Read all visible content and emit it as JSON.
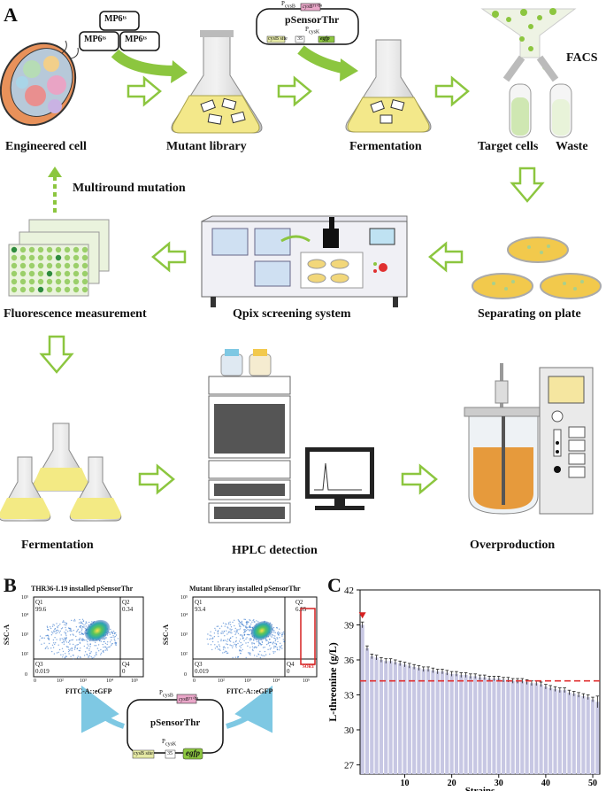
{
  "panels": {
    "a": "A",
    "b": "B",
    "c": "C"
  },
  "labels": {
    "engineered_cell": "Engineered cell",
    "mutant_library": "Mutant library",
    "fermentation_top": "Fermentation",
    "target_cells": "Target cells",
    "waste": "Waste",
    "facs": "FACS",
    "multiround_mutation": "Multiround mutation",
    "fluorescence_measurement": "Fluorescence measurement",
    "qpix_system": "Qpix screening system",
    "separating_on_plate": "Separating on plate",
    "fermentation_bottom": "Fermentation",
    "hplc_detection": "HPLC detection",
    "overproduction": "Overproduction"
  },
  "mp6": {
    "top": "MP6ᵗˢ",
    "left": "MP6ᵗˢ",
    "right": "MP6ᵗˢ"
  },
  "plasmid_top": {
    "name": "pSensorThr",
    "promoter1": "P",
    "promoter1_sub": "cysB",
    "gene1": "cysBᵀ¹⁰²ᴬ",
    "promoter2": "P",
    "promoter2_sub": "cysK",
    "site": "cysB site",
    "rbs": "35",
    "gene2": "egfp"
  },
  "plasmid_bottom": {
    "name": "pSensorThr",
    "promoter1": "P",
    "promoter1_sub": "cysB",
    "gene1": "cysBᵀ¹⁰²ᴬ",
    "promoter2": "P",
    "promoter2_sub": "cysK",
    "site": "cysB site",
    "rbs": "35",
    "gene2": "egfp"
  },
  "flow_left": {
    "title": "THR36-L19 installed pSensorThr",
    "q1": "Q1",
    "q1v": "99.6",
    "q2": "Q2",
    "q2v": "0.34",
    "q3": "Q3",
    "q3v": "0.019",
    "q4": "Q4",
    "q4v": "0",
    "ylabel": "SSC-A",
    "xlabel": "FITC-A::eGFP"
  },
  "flow_right": {
    "title": "Mutant library installed pSensorThr",
    "q1": "Q1",
    "q1v": "93.4",
    "q2": "Q2",
    "q2v": "6.55",
    "q3": "Q3",
    "q3v": "0.019",
    "q4": "Q4",
    "q4v": "0",
    "ylabel": "SSC-A",
    "xlabel": "FITC-A::eGFP",
    "gate": "SORT"
  },
  "flow_axis": {
    "y_ticks": [
      "10⁵",
      "10⁴",
      "10³",
      "10²",
      "0"
    ],
    "x_ticks": [
      "0",
      "10²",
      "10³",
      "10⁴",
      "10⁵"
    ]
  },
  "colors": {
    "arrow_green": "#8cc63f",
    "accent_blue": "#7ec8e3",
    "bar_fill": "#c7c7e3",
    "ref_line": "#e03030",
    "marker": "#d62020"
  },
  "chart_data": {
    "type": "bar",
    "xlabel": "Strains",
    "ylabel": "L-threonine (g/L)",
    "ylim": [
      26.2,
      42
    ],
    "yticks": [
      27,
      30,
      33,
      36,
      39,
      42
    ],
    "xticks": [
      10,
      20,
      30,
      40,
      50
    ],
    "reference_line": 34.2,
    "highlight_strain": 1,
    "x": [
      1,
      2,
      3,
      4,
      5,
      6,
      7,
      8,
      9,
      10,
      11,
      12,
      13,
      14,
      15,
      16,
      17,
      18,
      19,
      20,
      21,
      22,
      23,
      24,
      25,
      26,
      27,
      28,
      29,
      30,
      31,
      32,
      33,
      34,
      35,
      36,
      37,
      38,
      39,
      40,
      41,
      42,
      43,
      44,
      45,
      46,
      47,
      48,
      49,
      50,
      51
    ],
    "values": [
      39.0,
      37.0,
      36.3,
      36.2,
      36.0,
      35.9,
      35.9,
      35.8,
      35.7,
      35.6,
      35.5,
      35.4,
      35.3,
      35.2,
      35.2,
      35.1,
      35.0,
      35.0,
      34.9,
      34.8,
      34.8,
      34.7,
      34.7,
      34.6,
      34.6,
      34.5,
      34.5,
      34.4,
      34.4,
      34.4,
      34.3,
      34.3,
      34.2,
      34.2,
      34.2,
      34.1,
      34.0,
      34.0,
      33.9,
      33.7,
      33.6,
      33.5,
      33.4,
      33.4,
      33.2,
      33.1,
      33.0,
      32.9,
      32.8,
      32.6,
      32.4
    ],
    "errors": [
      0.25,
      0.2,
      0.2,
      0.2,
      0.2,
      0.2,
      0.2,
      0.2,
      0.2,
      0.2,
      0.2,
      0.2,
      0.2,
      0.2,
      0.2,
      0.2,
      0.2,
      0.2,
      0.2,
      0.2,
      0.2,
      0.2,
      0.2,
      0.2,
      0.2,
      0.2,
      0.2,
      0.2,
      0.2,
      0.2,
      0.2,
      0.2,
      0.2,
      0.2,
      0.2,
      0.2,
      0.2,
      0.2,
      0.2,
      0.2,
      0.2,
      0.2,
      0.2,
      0.2,
      0.2,
      0.2,
      0.2,
      0.2,
      0.2,
      0.2,
      0.5
    ]
  }
}
